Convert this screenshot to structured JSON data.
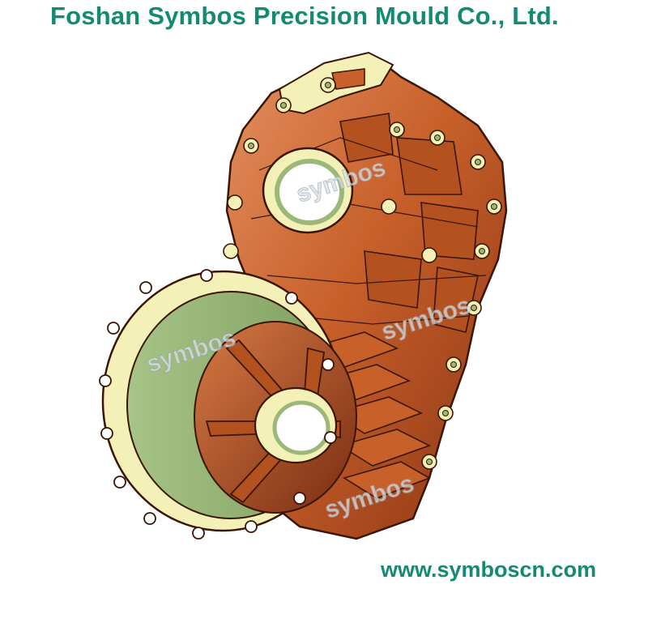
{
  "header": {
    "company_name": "Foshan Symbos Precision Mould Co., Ltd."
  },
  "footer": {
    "website": "www.symboscn.com"
  },
  "image": {
    "watermark_text": "symbos",
    "colors": {
      "casting_main": "#c8602a",
      "casting_dark": "#7a2c12",
      "casting_light": "#e8a070",
      "machined_face": "#f4f1b8",
      "bore_green": "#9bb878",
      "outline": "#3a1606",
      "brand_text": "#158a72"
    }
  }
}
